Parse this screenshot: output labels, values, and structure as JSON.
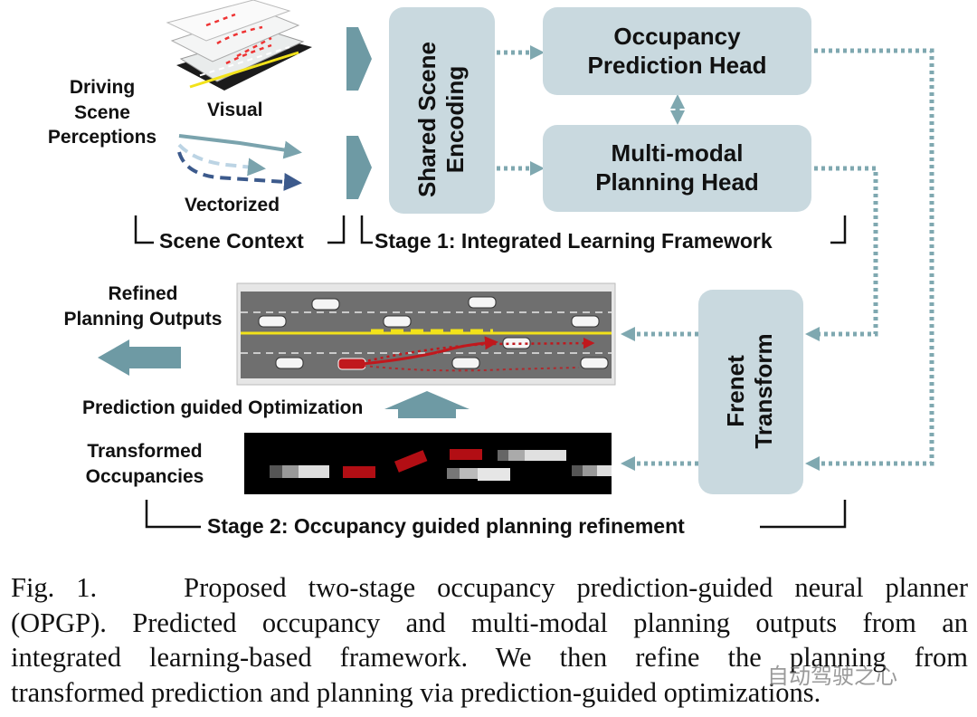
{
  "labels": {
    "driving_scene_perceptions": [
      "Driving",
      "Scene",
      "Perceptions"
    ],
    "visual": "Visual",
    "vectorized": "Vectorized",
    "scene_context": "Scene Context",
    "shared_scene_encoding": [
      "Shared Scene",
      "Encoding"
    ],
    "occupancy_prediction_head": [
      "Occupancy",
      "Prediction Head"
    ],
    "multimodal_planning_head": [
      "Multi-modal",
      "Planning Head"
    ],
    "stage1": "Stage 1: Integrated Learning Framework",
    "refined_planning_outputs": [
      "Refined",
      "Planning Outputs"
    ],
    "frenet_transform": [
      "Frenet",
      "Transform"
    ],
    "prediction_guided_optimization": "Prediction guided Optimization",
    "transformed_occupancies": [
      "Transformed",
      "Occupancies"
    ],
    "stage2": "Stage 2: Occupancy guided planning refinement"
  },
  "caption": {
    "lines": [
      "Fig. 1.    Proposed two-stage occupancy prediction-guided neural planner",
      "(OPGP). Predicted occupancy and multi-modal planning outputs from an",
      "integrated learning-based framework. We then refine the planning from",
      "transformed prediction and planning via prediction-guided optimizations."
    ]
  },
  "watermark": "自动驾驶之心",
  "colors": {
    "box_fill": "#c9d9df",
    "arrow_teal": "#6e9aa4",
    "dotted_teal": "#7fa8b0",
    "ego_red": "#c0181d",
    "road_gray": "#6f6f6f",
    "lane_yellow": "#f2e21a"
  }
}
